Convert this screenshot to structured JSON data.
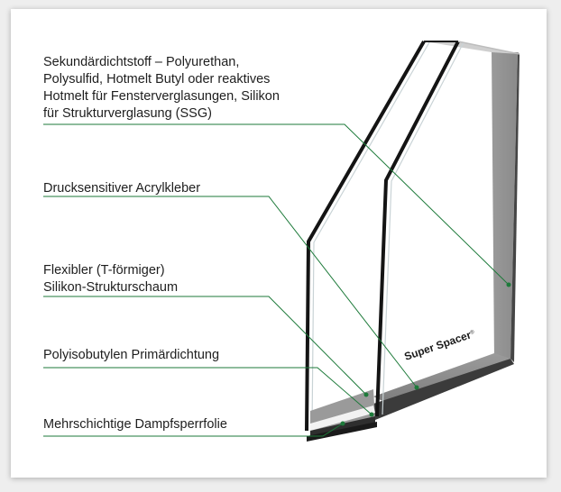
{
  "labels": [
    {
      "id": "secondary-sealant",
      "lines": [
        "Sekundärdichtstoff – Polyurethan,",
        "Polysulfid, Hotmelt Butyl oder reaktives",
        "Hotmelt für Fensterverglasungen, Silikon",
        "für Strukturverglasung (SSG)"
      ]
    },
    {
      "id": "acrylic-adhesive",
      "lines": [
        "Drucksensitiver Acrylkleber"
      ]
    },
    {
      "id": "silicone-foam",
      "lines": [
        "Flexibler (T-förmiger)",
        "Silikon-Strukturschaum"
      ]
    },
    {
      "id": "primary-seal",
      "lines": [
        "Polyisobutylen Primärdichtung"
      ]
    },
    {
      "id": "vapor-barrier",
      "lines": [
        "Mehrschichtige Dampfsperrfolie"
      ]
    }
  ],
  "product_mark": "Super Spacer",
  "product_mark_symbol": "®",
  "colors": {
    "leader_line": "#1d7a3a",
    "leader_dot": "#1d7a3a",
    "frame_grey": "#8c8c8c",
    "frame_dark": "#3a3a3a",
    "glass_edge": "#1a1a1a"
  }
}
